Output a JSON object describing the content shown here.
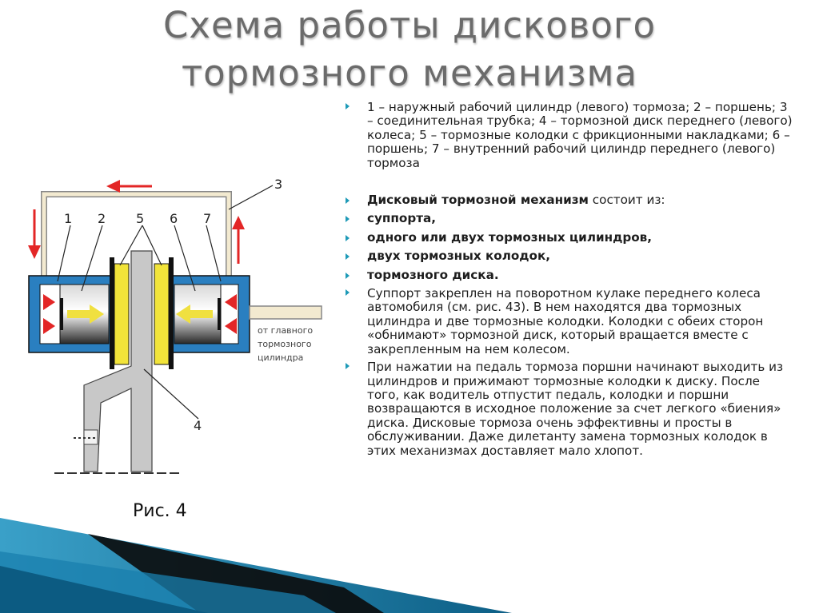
{
  "title": {
    "line1": "Схема работы дискового",
    "line2": "тормозного механизма"
  },
  "text": {
    "legend": "1 – наружный рабочий цилиндр (левого) тормоза; 2 – поршень; 3 – соединительная трубка; 4 – тормозной диск переднего (левого) колеса; 5 – тормозные колодки с фрикционными накладками; 6 – поршень; 7 – внутренний рабочий цилиндр переднего (левого) тормоза",
    "composition_bold": "Дисковый тормозной механизм",
    "composition_rest": " состоит из:",
    "parts": [
      "суппорта,",
      "одного или двух тормозных цилиндров,",
      "двух тормозных колодок,",
      "тормозного диска."
    ],
    "para1": "Суппорт закреплен на поворотном кулаке переднего колеса автомобиля (см. рис. 43). В нем находятся два тормозных цилиндра и две тормозные колодки. Колодки с обеих сторон «обнимают» тормозной диск, который вращается вместе с закрепленным на нем колесом.",
    "para2": "При нажатии на педаль тормоза поршни начинают выходить из цилиндров и прижимают тормозные колодки к диску. После того, как водитель отпустит педаль, колодки и поршни возвращаются в исходное положение за счет легкого «биения» диска. Дисковые тормоза очень эффективны и просты в обслуживании. Даже дилетанту замена тормозных колодок в этих механизмах доставляет мало хлопот."
  },
  "figure": {
    "caption": "Рис. 4",
    "labels": [
      "1",
      "2",
      "3",
      "4",
      "5",
      "6",
      "7"
    ],
    "inlet_line1": "от главного",
    "inlet_line2": "тормозного",
    "inlet_line3": "цилиндра"
  },
  "colors": {
    "bullet": "#1e9ab7",
    "cylinder": "#2a7fc0",
    "pad": "#f2e43a",
    "arrow_red": "#e32626",
    "arrow_yellow": "#f0e040",
    "disc": "#c8c8c8"
  }
}
